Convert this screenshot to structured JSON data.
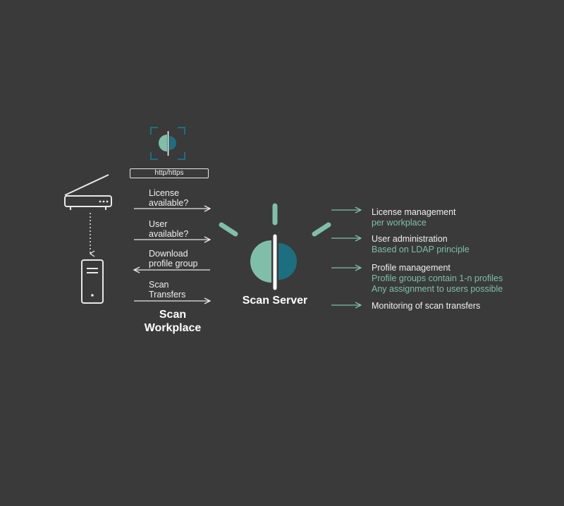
{
  "protocol_label": "http/https",
  "messages": [
    {
      "line1": "License",
      "line2": "available?"
    },
    {
      "line1": "User",
      "line2": "available?"
    },
    {
      "line1": "Download",
      "line2": "profile group"
    },
    {
      "line1": "Scan",
      "line2": "Transfers"
    }
  ],
  "workplace_label": {
    "line1": "Scan",
    "line2": "Workplace"
  },
  "server_label": "Scan Server",
  "features": [
    {
      "title": "License management",
      "details": [
        "per workplace"
      ]
    },
    {
      "title": "User administration",
      "details": [
        "Based on LDAP principle"
      ]
    },
    {
      "title": "Profile management",
      "details": [
        "Profile groups contain 1-n profiles",
        "Any assignment to users possible"
      ]
    },
    {
      "title": "Monitoring of scan transfers",
      "details": []
    }
  ],
  "colors": {
    "background": "#3a3a3a",
    "teal_light": "#7fbfa9",
    "teal_dark": "#1d6f80",
    "line": "#e8e8e8"
  },
  "icons": [
    "scanner-app-icon",
    "scanner-icon",
    "pc-tower-icon",
    "scan-server-logo"
  ]
}
